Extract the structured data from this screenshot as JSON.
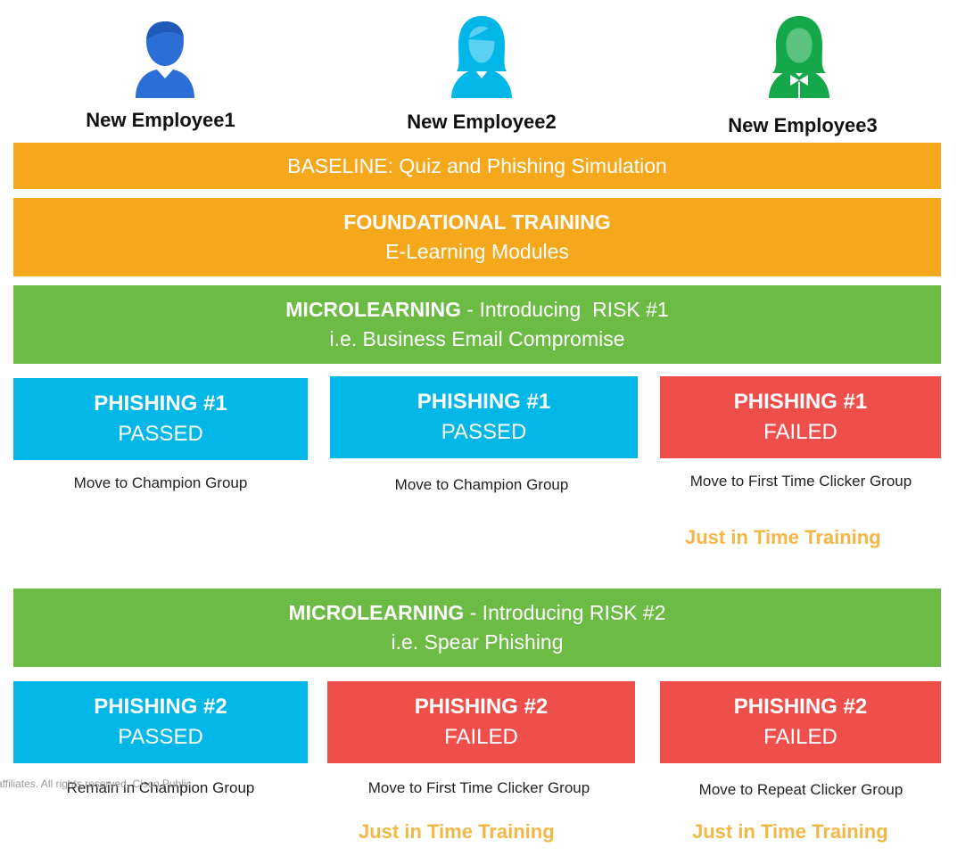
{
  "colors": {
    "employee1": "#2b6fd6",
    "employee2": "#00b7e8",
    "employee3": "#15a84a",
    "orange": "#f6a81c",
    "green": "#6cbb45",
    "cyan": "#00b7e8",
    "red": "#ef4f4b",
    "jit": "#f3b746"
  },
  "employees": [
    {
      "label": "New Employee1",
      "icon": "male-user-icon"
    },
    {
      "label": "New Employee2",
      "icon": "female-user-icon"
    },
    {
      "label": "New Employee3",
      "icon": "female-user-bowtie-icon"
    }
  ],
  "baseline": {
    "text": "BASELINE: Quiz and Phishing Simulation"
  },
  "foundational": {
    "title": "FOUNDATIONAL TRAINING",
    "subtitle": "E-Learning Modules"
  },
  "micro1": {
    "bold": "MICROLEARNING",
    "rest": " - Introducing  RISK #1",
    "subtitle": "i.e. Business Email Compromise"
  },
  "phishing1": [
    {
      "title": "PHISHING #1",
      "status": "PASSED",
      "caption": "Move to Champion Group"
    },
    {
      "title": "PHISHING #1",
      "status": "PASSED",
      "caption": "Move to Champion Group"
    },
    {
      "title": "PHISHING #1",
      "status": "FAILED",
      "caption": "Move to First Time Clicker Group"
    }
  ],
  "jit1": "Just in Time Training",
  "micro2": {
    "bold": "MICROLEARNING",
    "rest": " - Introducing RISK #2",
    "subtitle": "i.e. Spear Phishing"
  },
  "phishing2": [
    {
      "title": "PHISHING #2",
      "status": "PASSED",
      "caption": "Remain in Champion Group"
    },
    {
      "title": "PHISHING #2",
      "status": "FAILED",
      "caption": "Move to First Time Clicker Group"
    },
    {
      "title": "PHISHING #2",
      "status": "FAILED",
      "caption": "Move to Repeat Clicker Group"
    }
  ],
  "jit2": [
    "Just in Time Training",
    "Just in Time Training"
  ],
  "footer": "affiliates. All rights reserved. Cisco Public"
}
